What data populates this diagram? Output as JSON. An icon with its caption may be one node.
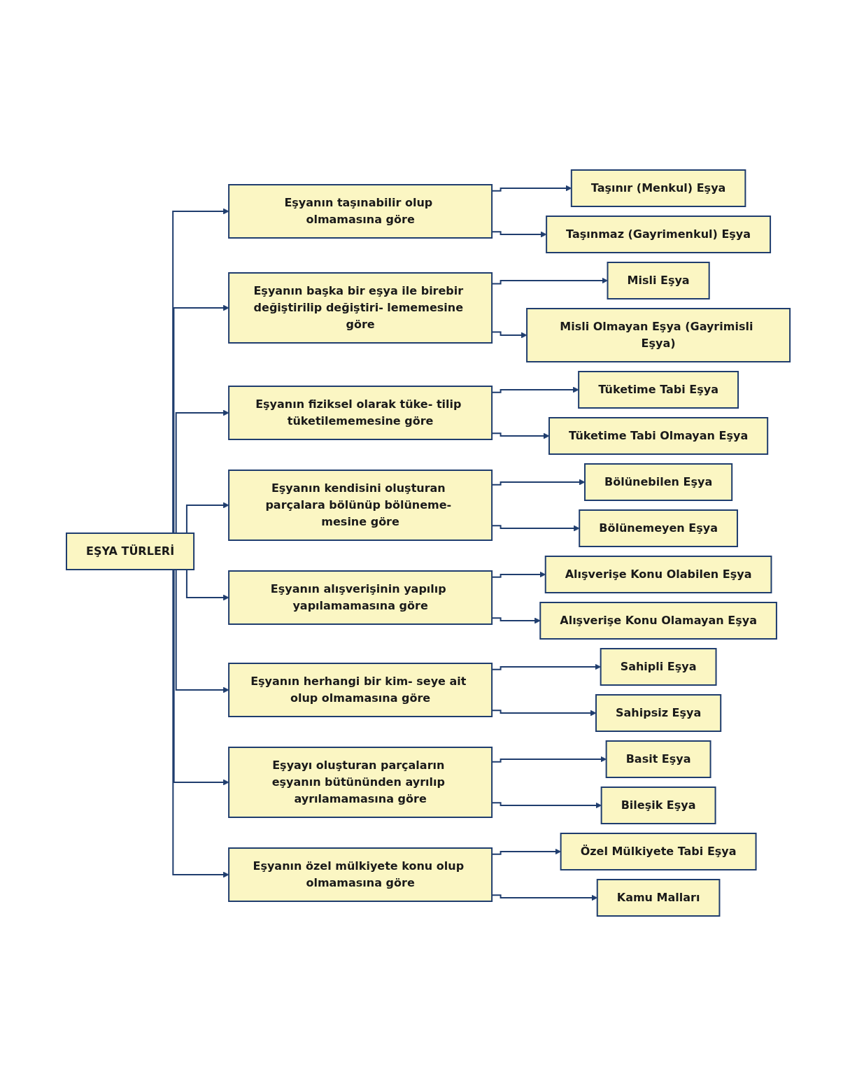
{
  "diagram": {
    "nodes": [
      {
        "text": [
          "EŞYA TÜRLERİ"
        ]
      },
      {
        "text": [
          "Eşyanın taşınabilir olup olmamasına göre"
        ]
      },
      {
        "text": [
          "Taşınır (Menkul) Eşya"
        ]
      },
      {
        "text": [
          "Taşınmaz (Gayrimenkul) Eşya"
        ]
      },
      {
        "text": [
          "Eşyanın başka bir eşya ile birebir değiştirilip değiştiri- lememesine göre"
        ]
      },
      {
        "text": [
          "Misli Eşya"
        ]
      },
      {
        "text": [
          "Misli Olmayan Eşya (Gayrimisli Eşya)"
        ]
      },
      {
        "text": [
          "Eşyanın fiziksel olarak tüke- tilip tüketilememesine göre"
        ]
      },
      {
        "text": [
          "Tüketime Tabi Eşya"
        ]
      },
      {
        "text": [
          "Tüketime Tabi Olmayan Eşya"
        ]
      },
      {
        "text": [
          "Eşyanın kendisini oluşturan parçalara bölünüp bölüneme- mesine göre"
        ]
      },
      {
        "text": [
          "Bölünebilen Eşya"
        ]
      },
      {
        "text": [
          "Bölünemeyen Eşya"
        ]
      },
      {
        "text": [
          "Eşyanın alışverişinin yapılıp yapılamamasına göre"
        ]
      },
      {
        "text": [
          "Alışverişe Konu Olabilen Eşya"
        ]
      },
      {
        "text": [
          "Alışverişe Konu Olamayan Eşya"
        ]
      },
      {
        "text": [
          "Eşyanın herhangi bir kim- seye ait olup olmamasına göre"
        ]
      },
      {
        "text": [
          "Sahipli Eşya"
        ]
      },
      {
        "text": [
          "Sahipsiz Eşya"
        ]
      },
      {
        "text": [
          "Eşyayı oluşturan parçaların eşyanın bütününden ayrılıp ayrılamamasına göre"
        ]
      },
      {
        "text": [
          "Basit Eşya"
        ]
      },
      {
        "text": [
          "Bileşik Eşya"
        ]
      },
      {
        "text": [
          "Eşyanın özel mülkiyete konu olup olmamasına göre"
        ]
      },
      {
        "text": [
          "Özel Mülkiyete Tabi Eşya"
        ]
      },
      {
        "text": [
          "Kamu Malları"
        ]
      }
    ],
    "edges": [
      {
        "from": 0,
        "to": 1,
        "arrow": "to"
      },
      {
        "from": 0,
        "to": 4,
        "arrow": "to"
      },
      {
        "from": 0,
        "to": 7,
        "arrow": "to"
      },
      {
        "from": 0,
        "to": 10,
        "arrow": "to"
      },
      {
        "from": 0,
        "to": 13,
        "arrow": "to"
      },
      {
        "from": 0,
        "to": 16,
        "arrow": "to"
      },
      {
        "from": 0,
        "to": 19,
        "arrow": "to"
      },
      {
        "from": 0,
        "to": 22,
        "arrow": "to"
      },
      {
        "from": 1,
        "to": 2,
        "arrow": "to"
      },
      {
        "from": 1,
        "to": 3,
        "arrow": "to"
      },
      {
        "from": 4,
        "to": 5,
        "arrow": "to"
      },
      {
        "from": 4,
        "to": 6,
        "arrow": "to"
      },
      {
        "from": 7,
        "to": 8,
        "arrow": "to"
      },
      {
        "from": 7,
        "to": 9,
        "arrow": "to"
      },
      {
        "from": 10,
        "to": 11,
        "arrow": "to"
      },
      {
        "from": 10,
        "to": 12,
        "arrow": "to"
      },
      {
        "from": 13,
        "to": 14,
        "arrow": "to"
      },
      {
        "from": 13,
        "to": 15,
        "arrow": "to"
      },
      {
        "from": 16,
        "to": 17,
        "arrow": "to"
      },
      {
        "from": 16,
        "to": 18,
        "arrow": "to"
      },
      {
        "from": 19,
        "to": 20,
        "arrow": "to"
      },
      {
        "from": 19,
        "to": 21,
        "arrow": "to"
      },
      {
        "from": 22,
        "to": 23,
        "arrow": "to"
      },
      {
        "from": 22,
        "to": 24,
        "arrow": "to"
      }
    ]
  }
}
